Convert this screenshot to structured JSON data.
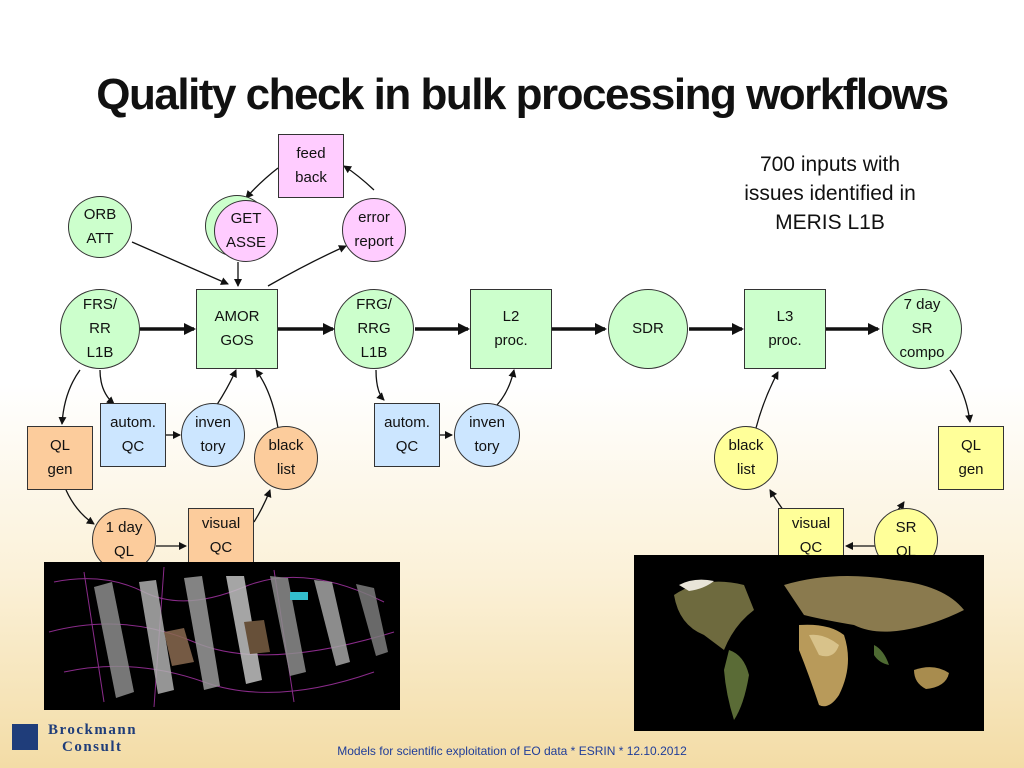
{
  "title": "Quality check in bulk processing workflows",
  "note": "700 inputs with issues identified in MERIS L1B",
  "nodes": {
    "feedback": "feed\nback",
    "orbatt": "ORB\nATT",
    "getasse": "GET\nASSE",
    "error": "error\nreport",
    "frs": "FRS/\nRR\nL1B",
    "amorgos": "AMOR\nGOS",
    "frg": "FRG/\nRRG\nL1B",
    "l2": "L2\nproc.",
    "sdr": "SDR",
    "l3": "L3\nproc.",
    "sr7": "7 day\nSR\ncompo",
    "autoqc1": "autom.\nQC",
    "inv1": "inven\ntory",
    "black1": "black\nlist",
    "qlgen1": "QL\ngen",
    "autoqc2": "autom.\nQC",
    "inv2": "inven\ntory",
    "black2": "black\nlist",
    "qlgen2": "QL\ngen",
    "dayql": "1 day\nQL",
    "visqc1": "visual\nQC",
    "visqc2": "visual\nQC",
    "srql": "SR\nQL"
  },
  "footer": "Models for scientific exploitation of EO data * ESRIN * 12.10.2012",
  "logo": {
    "line1": "Brockmann",
    "line2": "Consult"
  }
}
